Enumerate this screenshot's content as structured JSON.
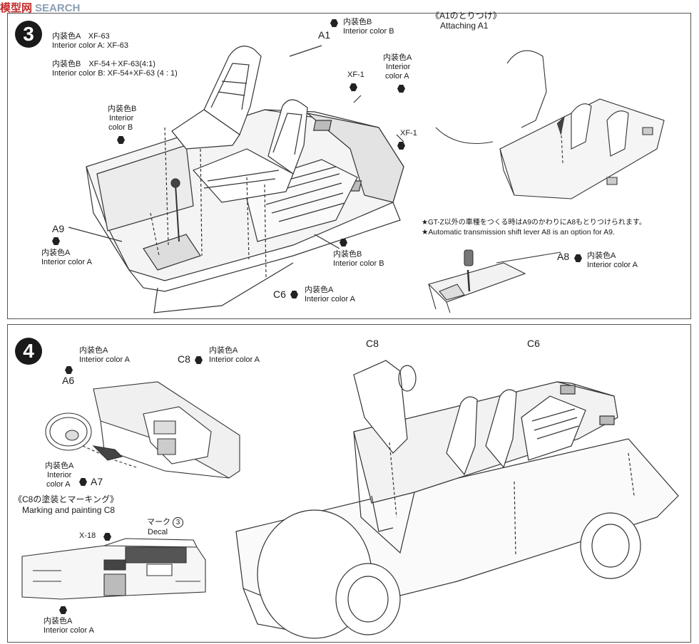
{
  "watermark": {
    "brand": "模型网",
    "search": "SEARCH"
  },
  "step3": {
    "number": "3",
    "legend_a_jp": "内装色A　XF-63",
    "legend_a_en": "Interior color A: XF-63",
    "legend_b_jp": "内装色B　XF-54＋XF-63(4:1)",
    "legend_b_en": "Interior color B: XF-54+XF-63 (4 : 1)",
    "a1_color_jp": "内装色B",
    "a1_color_en": "Interior color B",
    "a1_part": "A1",
    "xf1_top": "XF-1",
    "xf1_right": "XF-1",
    "right_color_jp": "内装色A",
    "right_color_en1": "Interior",
    "right_color_en2": "color A",
    "left_color_jp": "内装色B",
    "left_color_en1": "Interior",
    "left_color_en2": "color B",
    "a9_part": "A9",
    "a9_color_jp": "内装色A",
    "a9_color_en": "Interior color A",
    "mid_color_jp": "内装色B",
    "mid_color_en": "Interior color B",
    "c6_part": "C6",
    "c6_color_jp": "内装色A",
    "c6_color_en": "Interior color A",
    "inset_title_jp": "《A1のとりつけ》",
    "inset_title_en": "Attaching A1",
    "note_jp": "★GT-Z以外の車種をつくる時はA9のかわりにA8もとりつけられます。",
    "note_en": "★Automatic transmission shift lever A8 is an option for A9.",
    "a8_part": "A8",
    "a8_color_jp": "内装色A",
    "a8_color_en": "Interior color A"
  },
  "step4": {
    "number": "4",
    "a6_color_jp": "内装色A",
    "a6_color_en": "Interior color A",
    "a6_part": "A6",
    "c8_part": "C8",
    "c8_color_jp": "内装色A",
    "c8_color_en": "Interior color A",
    "a7_color_jp": "内装色A",
    "a7_color_en1": "Interior",
    "a7_color_en2": "color A",
    "a7_part": "A7",
    "marking_title_jp": "《C8の塗装とマーキング》",
    "marking_title_en": "Marking and painting C8",
    "mark_jp": "マーク",
    "mark_num": "3",
    "mark_en": "Decal",
    "x18": "X-18",
    "bottom_color_jp": "内装色A",
    "bottom_color_en": "Interior color A",
    "car_c8": "C8",
    "car_c6": "C6"
  }
}
